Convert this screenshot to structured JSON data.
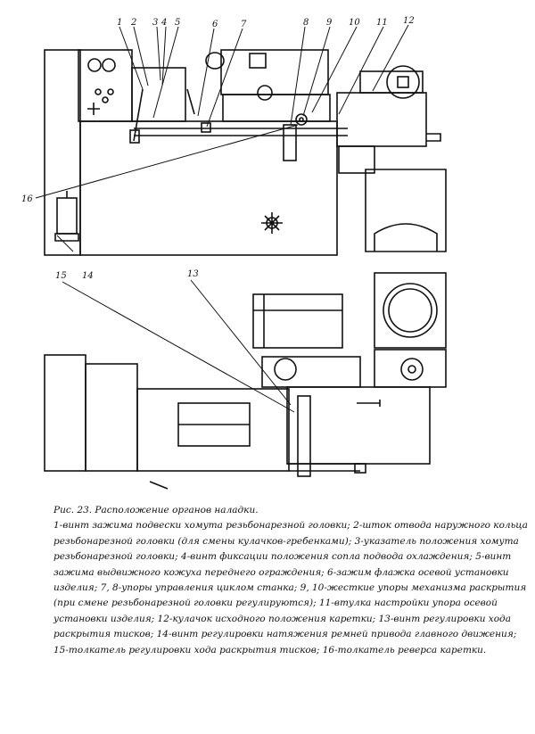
{
  "figure": {
    "callouts": [
      "1",
      "2",
      "3",
      "4",
      "5",
      "6",
      "7",
      "8",
      "9",
      "10",
      "11",
      "12",
      "16",
      "14",
      "15",
      "13"
    ]
  },
  "caption": {
    "title": "Рис. 23. Расположение органов наладки.",
    "body": "1-винт зажима подвески хомута резьбонарезной головки; 2-шток отвода наружного кольца резьбонарезной головки (для смены кулачков-гребенками); 3-указатель положения хомута резьбонарезной головки; 4-винт фиксации положения сопла подвода охлаждения; 5-винт зажима выдвижного кожуха переднего ограждения; 6-зажим флажка осевой установки изделия; 7, 8-упоры управления циклом станка; 9, 10-жесткие упоры механизма раскрытия (при смене резьбонарезной головки регулируются); 11-втулка настройки упора осевой установки изделия; 12-кулачок исходного положения каретки; 13-винт регулировки хода раскрытия тисков; 14-винт регулировки натяжения ремней привода главного движения; 15-толкатель регулировки хода раскрытия тисков; 16-толкатель реверса каретки."
  }
}
